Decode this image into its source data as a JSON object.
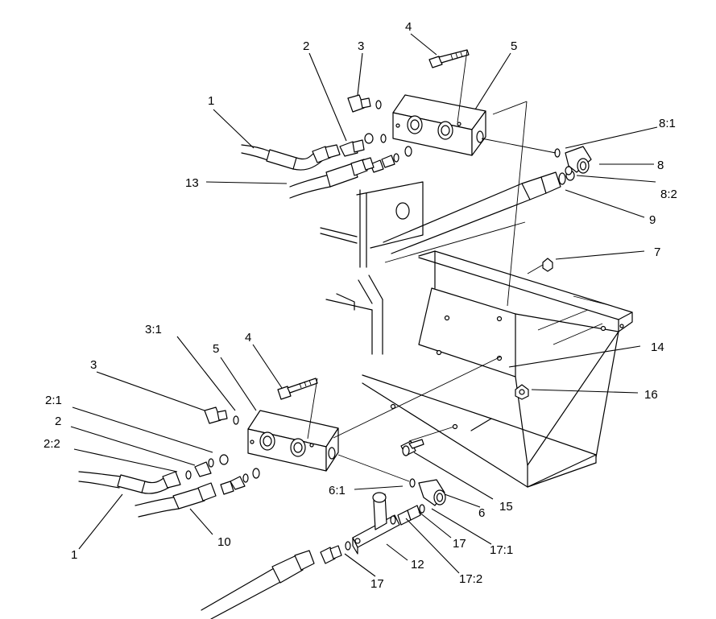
{
  "callouts": {
    "c1_top": "1",
    "c2_top": "2",
    "c3_top": "3",
    "c4_top": "4",
    "c5_top": "5",
    "c8_1": "8:1",
    "c8": "8",
    "c8_2": "8:2",
    "c13": "13",
    "c9": "9",
    "c7": "7",
    "c14": "14",
    "c16": "16",
    "c3_1": "3:1",
    "c4_low": "4",
    "c5_low": "5",
    "c3_low": "3",
    "c2_1": "2:1",
    "c2_low": "2",
    "c2_2": "2:2",
    "c1_low": "1",
    "c10": "10",
    "c6_1": "6:1",
    "c15": "15",
    "c6": "6",
    "c17_a": "17",
    "c17_1": "17:1",
    "c12": "12",
    "c17_2": "17:2",
    "c17_b": "17"
  }
}
